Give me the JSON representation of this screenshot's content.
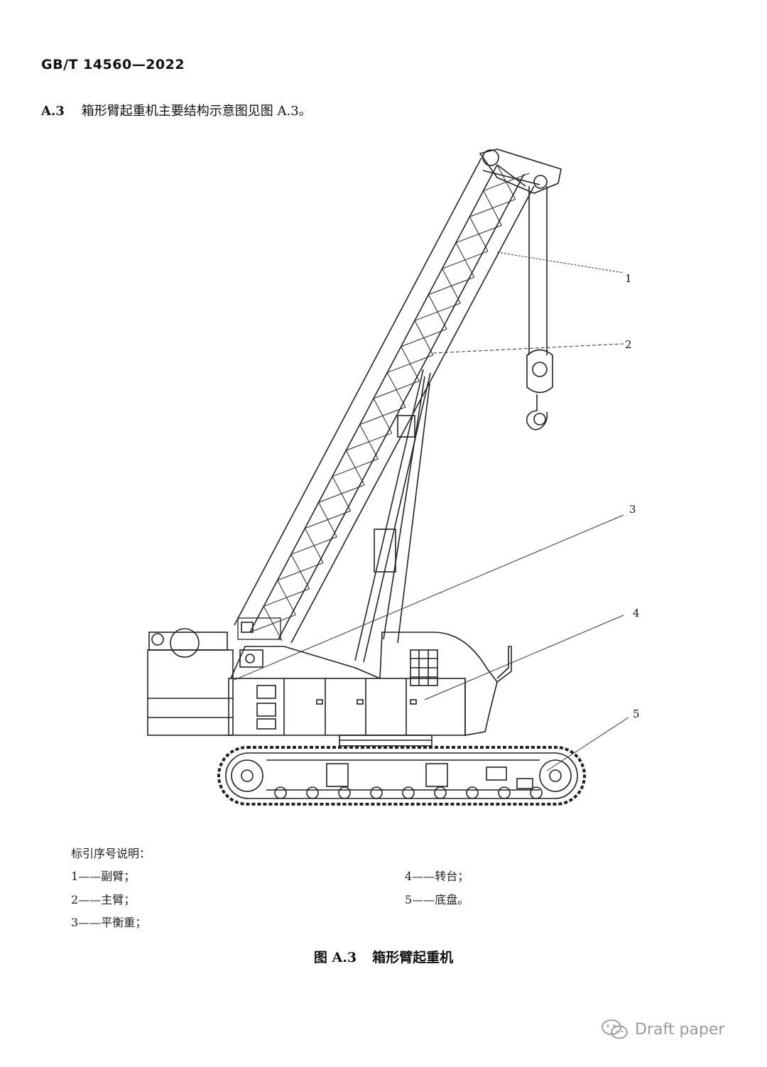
{
  "header": {
    "standard_code": "GB/T 14560—2022"
  },
  "clause": {
    "number": "A.3",
    "text": "箱形臂起重机主要结构示意图见图 A.3。"
  },
  "figure": {
    "callouts": [
      "1",
      "2",
      "3",
      "4",
      "5"
    ],
    "legend_title": "标引序号说明：",
    "legend": [
      {
        "num": "1",
        "dash": "——",
        "label": "副臂；"
      },
      {
        "num": "2",
        "dash": "——",
        "label": "主臂；"
      },
      {
        "num": "3",
        "dash": "——",
        "label": "平衡重；"
      },
      {
        "num": "4",
        "dash": "——",
        "label": "转台；"
      },
      {
        "num": "5",
        "dash": "——",
        "label": "底盘。"
      }
    ],
    "caption_number": "图 A.3",
    "caption_title": "箱形臂起重机"
  },
  "watermark": {
    "text": "Draft paper",
    "icon": "wechat-icon"
  }
}
